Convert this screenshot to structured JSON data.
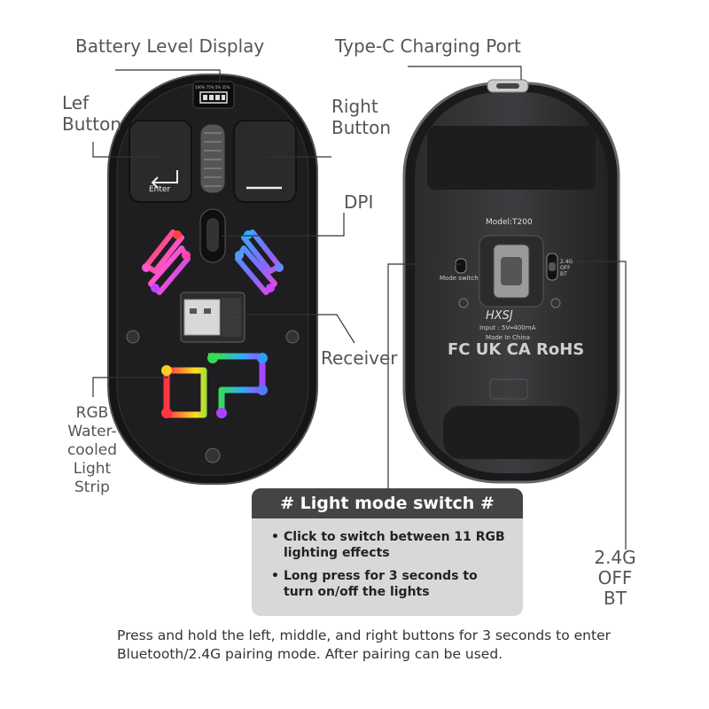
{
  "callouts": {
    "battery": "Battery Level Display",
    "typec": "Type-C Charging Port",
    "left_button": [
      "Lef",
      "Button"
    ],
    "right_button": [
      "Right",
      "Button"
    ],
    "dpi": "DPI",
    "receiver": "Receiver",
    "rgb": [
      "RGB",
      "Water-",
      "cooled",
      "Light",
      "Strip"
    ],
    "switch_pos": [
      "2.4G",
      "OFF",
      "BT"
    ]
  },
  "device_print": {
    "model": "Model:T200",
    "mode_switch": "Mode switch",
    "input": "Input : 5V═400mA",
    "made_in": "Made In China",
    "switch_labels": [
      "2.4G",
      "OFF",
      "BT"
    ],
    "cert": "FC UK CA RoHS",
    "logo": "HXSJ",
    "enter_key": "Enter",
    "battery_marks": "100% 75% 5% 25%"
  },
  "card": {
    "title": "# Light mode switch #",
    "bullets": [
      "Click to switch between 11 RGB lighting effects",
      "Long press for 3 seconds to turn on/off the lights"
    ],
    "bullet_glyph": "•"
  },
  "footer": "Press and hold the left, middle, and right buttons for 3 seconds to enter Bluetooth/2.4G pairing mode. After pairing can be used.",
  "colors": {
    "label_text": "#555555",
    "line": "#333333",
    "card_bg": "#d8d8d8",
    "card_header": "#444444",
    "mouse_body": "#1a1a1c"
  }
}
